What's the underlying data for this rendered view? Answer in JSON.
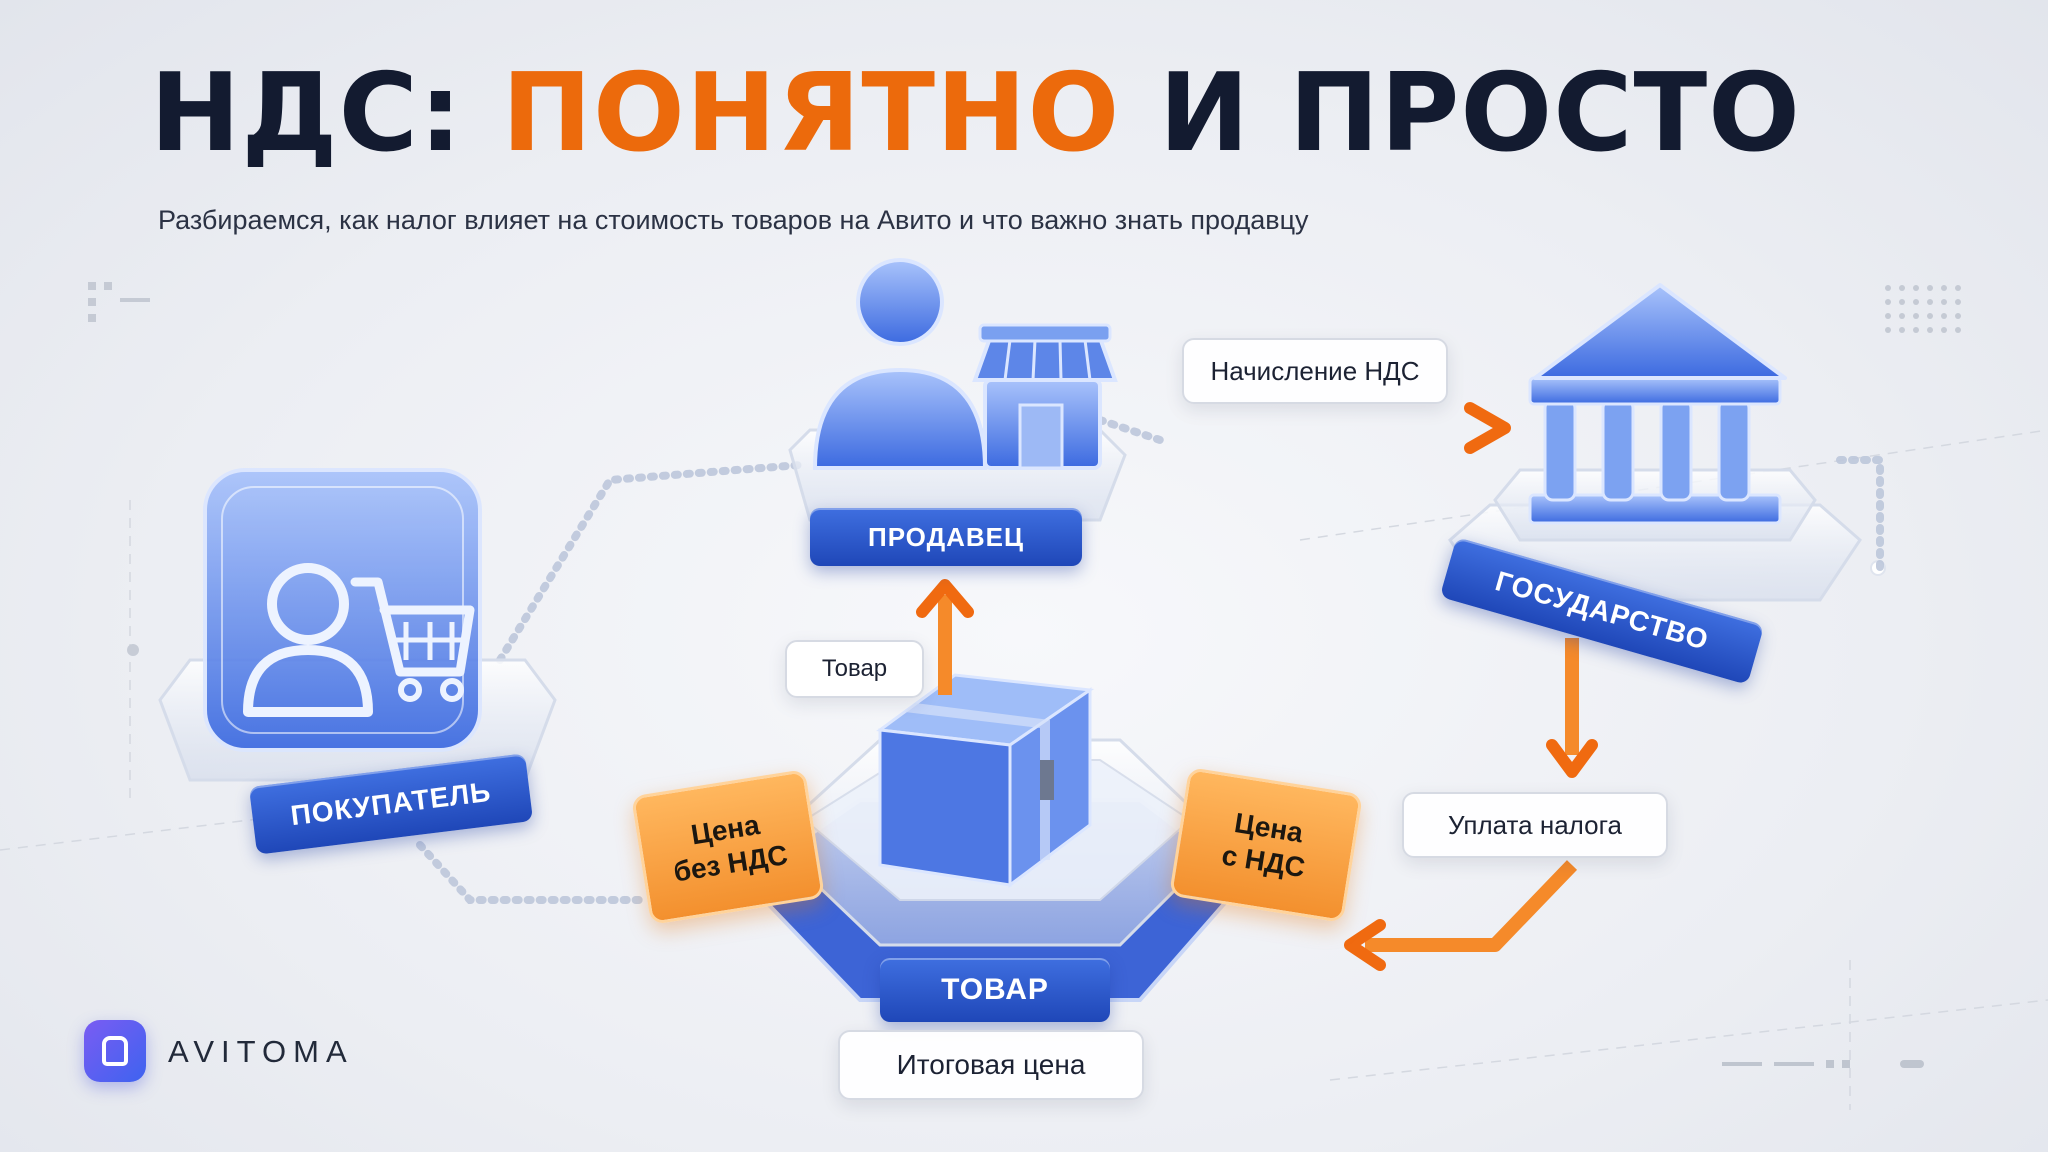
{
  "header": {
    "title_main": "НДС:",
    "title_accent": "ПОНЯТНО",
    "title_end": "И ПРОСТО",
    "subtitle": "Разбираемся, как налог влияет на стоимость товаров на Авито и что важно знать продавцу"
  },
  "nodes": {
    "buyer": "ПОКУПАТЕЛЬ",
    "seller": "ПРОДАВЕЦ",
    "state": "ГОСУДАРСТВО",
    "goods": "ТОВАР"
  },
  "tags": {
    "vat_accrual": "Начисление НДС",
    "goods": "Товар",
    "tax_payment": "Уплата налога",
    "final_price": "Итоговая цена"
  },
  "price_boxes": {
    "without_vat_line1": "Цена",
    "without_vat_line2": "без НДС",
    "with_vat_line1": "Цена",
    "with_vat_line2": "с НДС"
  },
  "brand": {
    "name": "AVITOMA"
  },
  "colors": {
    "accent_orange": "#ec6a0c",
    "title_dark": "#131b30",
    "brand_blue": "#2a54c8",
    "icon_blue": "#7aa0f0"
  }
}
